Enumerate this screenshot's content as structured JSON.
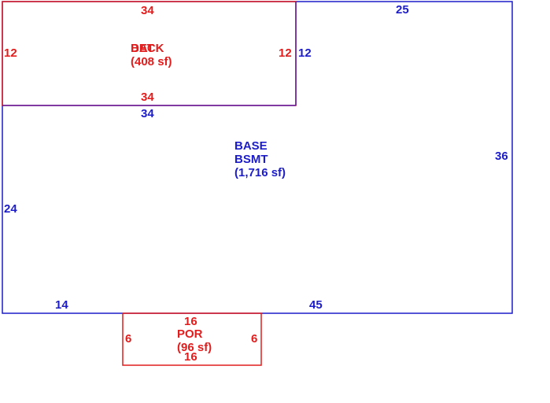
{
  "colors": {
    "base": "#1c1cc8",
    "addition": "#e11d1d"
  },
  "base_area": {
    "label_line1": "BASE",
    "label_line2": "BSMT",
    "area": "(1,716 sf)",
    "dim_top": "25",
    "dim_right": "36",
    "dim_bottom_right": "45",
    "dim_bottom_left": "14",
    "dim_left": "24",
    "dim_step_vertical": "12",
    "dim_step_horizontal": "34"
  },
  "deck_area": {
    "label_overlap_a": "DECK",
    "label_overlap_b": "BAT",
    "area": "(408 sf)",
    "dim_top": "34",
    "dim_bottom": "34",
    "dim_left": "12",
    "dim_right": "12"
  },
  "porch_area": {
    "label": "POR",
    "area": "(96 sf)",
    "dim_top": "16",
    "dim_bottom": "16",
    "dim_left": "6",
    "dim_right": "6"
  }
}
